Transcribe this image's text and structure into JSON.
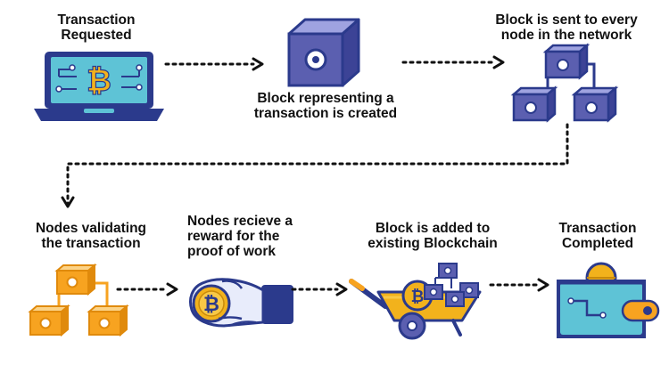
{
  "steps": {
    "transaction_requested": "Transaction\nRequested",
    "block_created": "Block representing a\ntransaction is created",
    "block_sent": "Block is sent to every\nnode in the network",
    "nodes_validating": "Nodes validating\nthe transaction",
    "nodes_reward": "Nodes recieve a\nreward for the\nproof of work",
    "block_added": "Block is added to\nexisting Blockchain",
    "transaction_completed": "Transaction\nCompleted"
  },
  "icons": {
    "laptop": "laptop-bitcoin-icon",
    "single_block": "block-icon",
    "network": "network-blocks-icon",
    "validating": "validating-nodes-icon",
    "reward": "hand-bitcoin-icon",
    "blockchain": "wheelbarrow-blockchain-icon",
    "completed": "wallet-icon"
  },
  "colors": {
    "navy": "#2b3a8c",
    "purple": "#5b5fb0",
    "lavender": "#9fa3e0",
    "orange": "#f7a320",
    "teal": "#5ec3d6",
    "gold": "#f2b21c"
  }
}
